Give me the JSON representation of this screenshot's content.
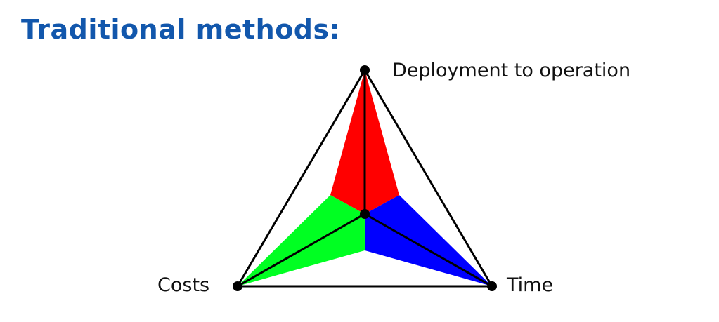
{
  "title": "Traditional methods:",
  "vertices": {
    "top": "Deployment to operation",
    "left": "Costs",
    "right": "Time"
  },
  "colors": {
    "title": "#1257ac",
    "top_segment": "#ff0000",
    "left_segment": "#00ff22",
    "right_segment": "#0000ff",
    "lines": "#000000"
  }
}
